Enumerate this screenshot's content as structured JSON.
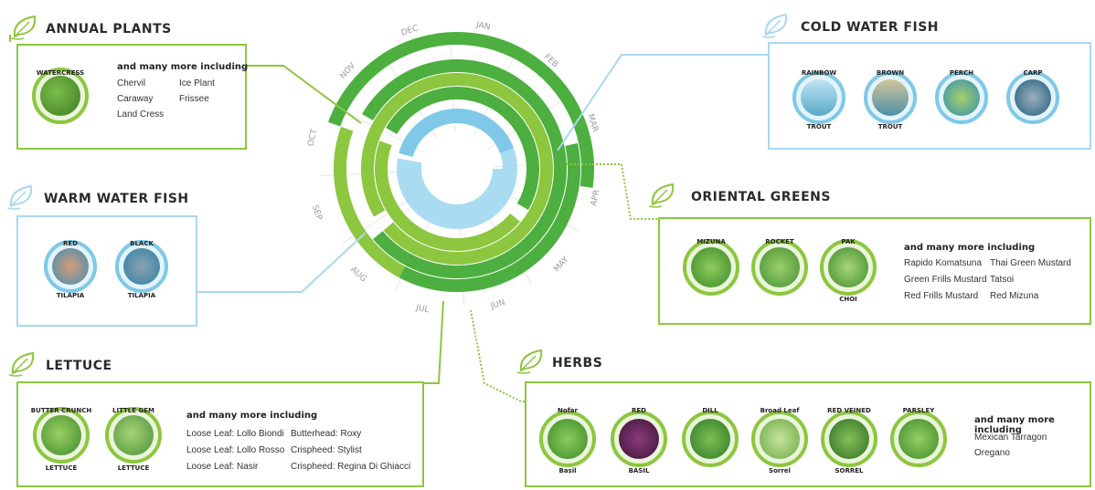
{
  "sections": {
    "annual": {
      "title": "ANNUAL PLANTS",
      "plant": "WATERCRESS",
      "more": "and many more including",
      "items": [
        "Chervil",
        "Caraway",
        "Land Cress",
        "Ice Plant",
        "Frissee"
      ]
    },
    "warm": {
      "title": "WARM WATER FISH",
      "fish": [
        {
          "top": "RED",
          "bottom": "TILAPIA"
        },
        {
          "top": "BLACK",
          "bottom": "TILAPIA"
        }
      ]
    },
    "lettuce": {
      "title": "LETTUCE",
      "plants": [
        {
          "top": "BUTTER CRUNCH",
          "bottom": "LETTUCE"
        },
        {
          "top": "LITTLE GEM",
          "bottom": "LETTUCE"
        }
      ],
      "more": "and many more including",
      "items": [
        "Loose Leaf: Lollo Biondi",
        "Loose Leaf: Lollo Rosso",
        "Loose Leaf: Nasir",
        "Butterhead: Roxy",
        "Crispheed: Stylist",
        "Crispheed: Regina Di Ghiacci"
      ]
    },
    "cold": {
      "title": "COLD WATER FISH",
      "fish": [
        {
          "top": "RAINBOW",
          "bottom": "TROUT"
        },
        {
          "top": "BROWN",
          "bottom": "TROUT"
        },
        {
          "top": "PERCH",
          "bottom": ""
        },
        {
          "top": "CARP",
          "bottom": ""
        }
      ]
    },
    "oriental": {
      "title": "ORIENTAL GREENS",
      "plants": [
        {
          "top": "MIZUNA",
          "bottom": ""
        },
        {
          "top": "ROCKET",
          "bottom": ""
        },
        {
          "top": "PAK",
          "bottom": "CHOI"
        }
      ],
      "more": "and many more including",
      "items": [
        "Rapido Komatsuna",
        "Green Frills Mustard",
        "Red Frills Mustard",
        "Thai Green Mustard",
        "Tatsoi",
        "Red Mizuna"
      ]
    },
    "herbs": {
      "title": "HERBS",
      "plants": [
        {
          "top": "Nofar",
          "bottom": "Basil"
        },
        {
          "top": "RED",
          "bottom": "BASIL"
        },
        {
          "top": "DILL",
          "bottom": ""
        },
        {
          "top": "Broad Leaf",
          "bottom": "Sorrel"
        },
        {
          "top": "RED VEINED",
          "bottom": "SORREL"
        },
        {
          "top": "PARSLEY",
          "bottom": ""
        }
      ],
      "more": "and many more including",
      "items": [
        "Mexican Tarragon",
        "Oregano"
      ]
    }
  },
  "months": [
    "JAN",
    "FEB",
    "MAR",
    "APR",
    "MAY",
    "JUN",
    "JUL",
    "AUG",
    "SEP",
    "OCT",
    "NOV",
    "DEC"
  ],
  "colors": {
    "green_dark": "#4caf3f",
    "green_light": "#8dc63f",
    "blue_light": "#a9dcf0",
    "blue": "#7fc8e8"
  },
  "icons": {
    "leaf": "leaf-icon",
    "fish": "fish-icon"
  }
}
